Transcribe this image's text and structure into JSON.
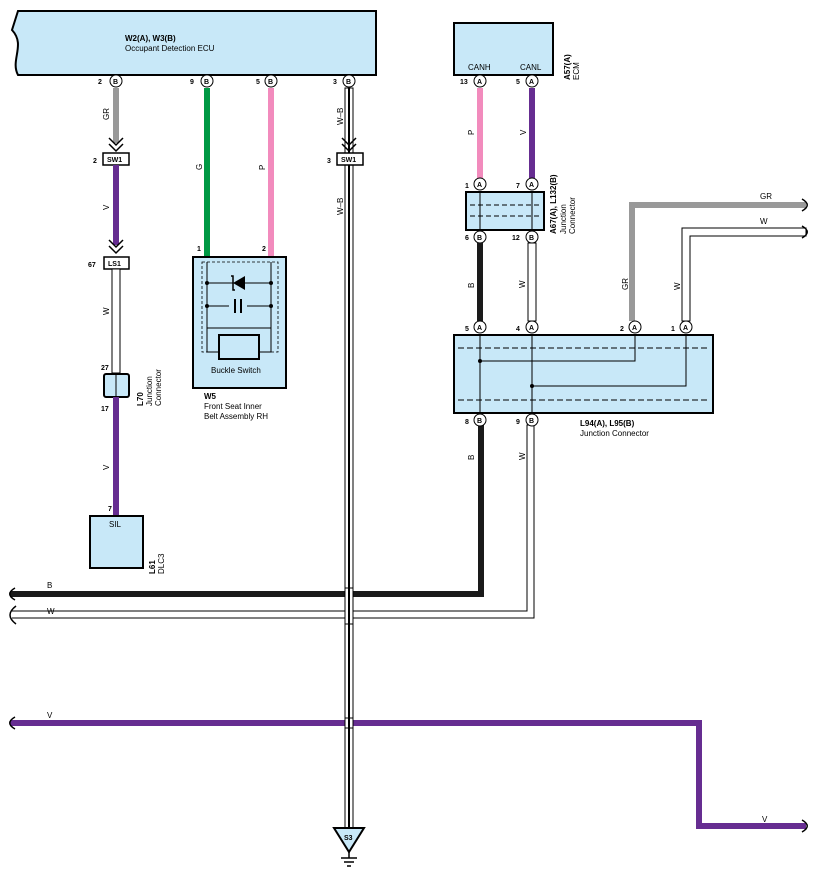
{
  "components": {
    "ecu": {
      "ids": "W2(A), W3(B)",
      "name": "Occupant Detection ECU"
    },
    "ecm": {
      "id": "A57(A)",
      "name": "ECM",
      "pin_canh": "CANH",
      "pin_canl": "CANL"
    },
    "jc_a67": {
      "id": "A67(A), L132(B)",
      "name_line1": "Junction",
      "name_line2": "Connector"
    },
    "buckle": {
      "id": "W5",
      "name_line1": "Front Seat Inner",
      "name_line2": "Belt Assembly RH",
      "switch_label": "Buckle Switch"
    },
    "jc_l70": {
      "id": "L70",
      "name_line1": "Junction",
      "name_line2": "Connector"
    },
    "dlc3": {
      "id": "L61",
      "name": "DLC3",
      "pin_label": "SIL"
    },
    "jc_l94": {
      "id": "L94(A), L95(B)",
      "name": "Junction Connector"
    },
    "ground": {
      "id": "S3"
    }
  },
  "connectors": {
    "sw1_a": "SW1",
    "sw1_b": "SW1",
    "ls1": "LS1"
  },
  "pins": {
    "ecu_2": "2",
    "ecu_9": "9",
    "ecu_5": "5",
    "ecu_3": "3",
    "ecm_13": "13",
    "ecm_5": "5",
    "sw1_2": "2",
    "sw1_3": "3",
    "ls1_67": "67",
    "l70_27": "27",
    "l70_17": "17",
    "dlc_7": "7",
    "w5_1": "1",
    "w5_2": "2",
    "a67_1": "1",
    "a67_7": "7",
    "a67_6": "6",
    "a67_12": "12",
    "l94_5": "5",
    "l94_4": "4",
    "l94_2": "2",
    "l94_1": "1",
    "l95_8": "8",
    "l95_9": "9"
  },
  "pin_letters": {
    "a": "A",
    "b": "B"
  },
  "wire_labels": {
    "gr_top": "GR",
    "v_sw1": "V",
    "w_ls1": "W",
    "v_l70": "V",
    "g": "G",
    "p_buckle": "P",
    "wb_top": "W–B",
    "wb_mid": "W–B",
    "p_can": "P",
    "v_can": "V",
    "b_jc": "B",
    "w_jc": "W",
    "gr_in": "GR",
    "w_in": "W",
    "gr_vert": "GR",
    "w_vert": "W",
    "b_l95": "B",
    "w_l95": "W",
    "b_bus": "B",
    "w_bus": "W",
    "v_bus": "V",
    "v_exit": "V"
  },
  "colors": {
    "box_fill": "#c8e8f8",
    "wire_gray": "#999999",
    "wire_green": "#009944",
    "wire_pink": "#f28bbd",
    "wire_violet": "#662d91",
    "wire_black": "#1a1a1a"
  }
}
